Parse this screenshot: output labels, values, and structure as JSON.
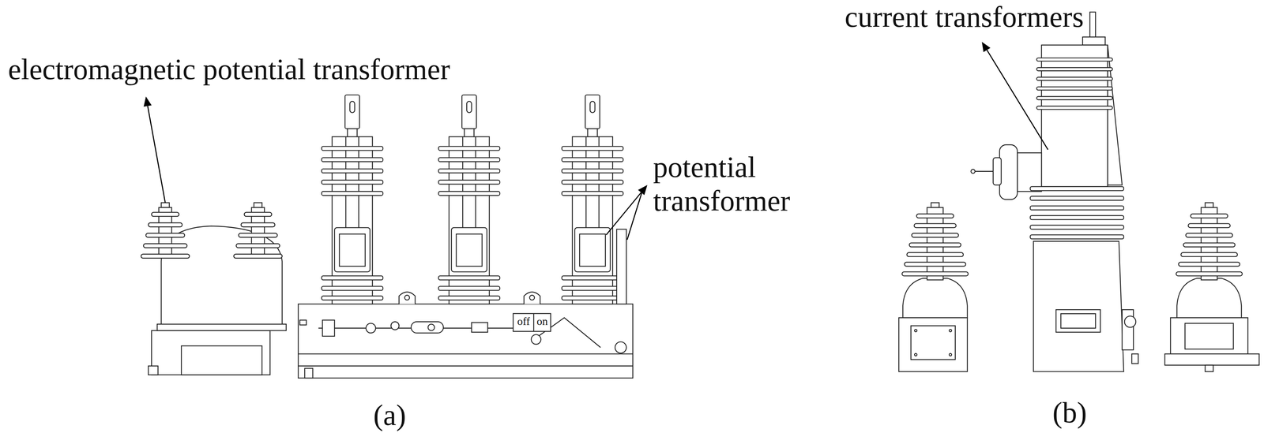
{
  "diagram": {
    "labels": [
      "electromagnetic potential transformer",
      "potential transformer",
      "current transformers",
      "off",
      "on",
      "(a)",
      "(b)"
    ]
  }
}
